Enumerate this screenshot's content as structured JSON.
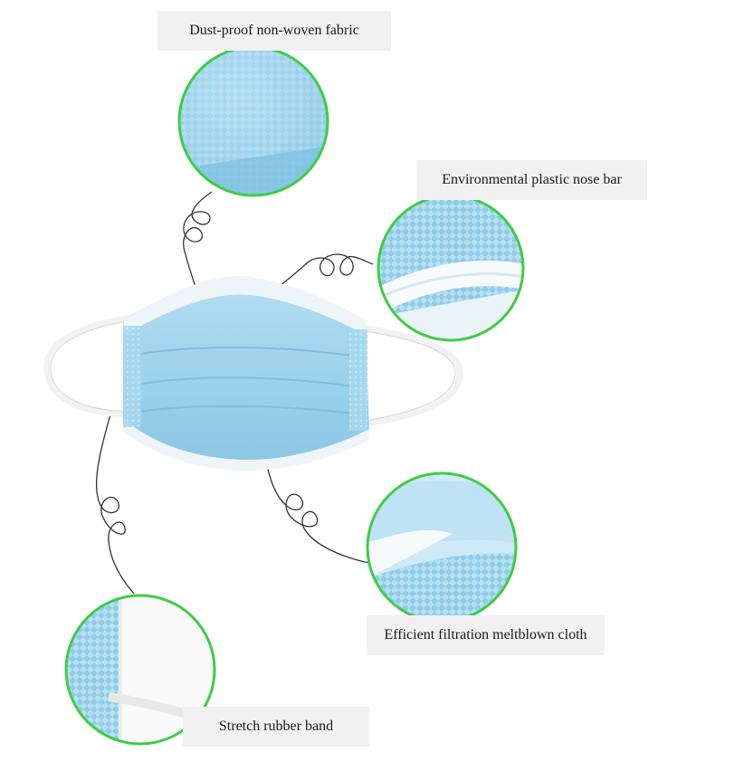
{
  "labels": {
    "fabric": "Dust-proof non-woven fabric",
    "nose_bar": "Environmental plastic nose bar",
    "meltblown": "Efficient filtration meltblown cloth",
    "rubber_band": "Stretch rubber band"
  },
  "colors": {
    "mask_blue": "#9dd3ec",
    "mask_edge": "#f4f8fb",
    "circle_border": "#3fcc45",
    "label_background": "#f1f1f1",
    "connector_line": "#333333"
  }
}
